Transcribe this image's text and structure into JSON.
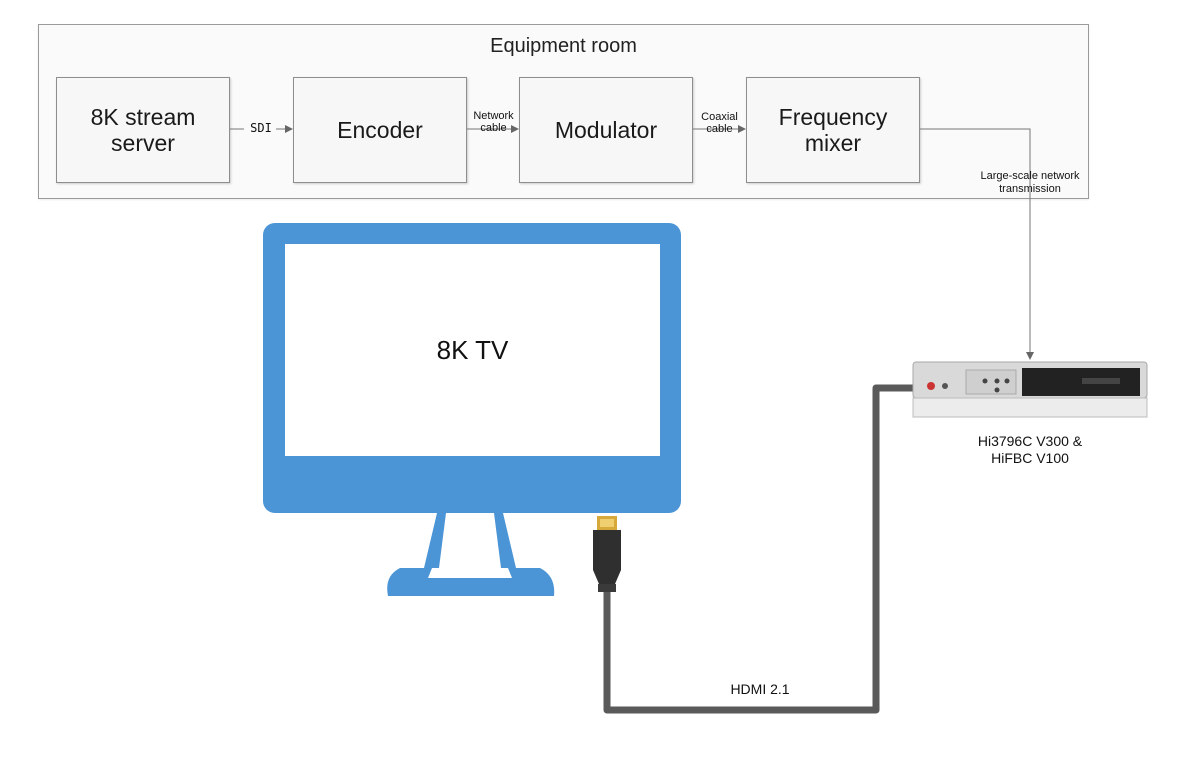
{
  "diagram": {
    "room_title": "Equipment room",
    "nodes": [
      {
        "id": "server",
        "label": "8K stream\nserver"
      },
      {
        "id": "encoder",
        "label": "Encoder"
      },
      {
        "id": "modulator",
        "label": "Modulator"
      },
      {
        "id": "mixer",
        "label": "Frequency\nmixer"
      }
    ],
    "links": {
      "sdi": "SDI",
      "network_cable": "Network\ncable",
      "coaxial_cable": "Coaxial\ncable",
      "network_transmission": "Large-scale network\ntransmission",
      "hdmi": "HDMI 2.1"
    },
    "tv_label": "8K TV",
    "stb_label": "Hi3796C V300 &\nHiFBC V100",
    "colors": {
      "tv_blue": "#4b95d6",
      "cable": "#5a5a5a",
      "box_border": "#8e8e8e",
      "connector_gold": "#d6a93a"
    },
    "icons": {
      "tv": "monitor-icon",
      "set_top_box": "set-top-box-icon",
      "hdmi_plug": "hdmi-connector-icon"
    }
  }
}
